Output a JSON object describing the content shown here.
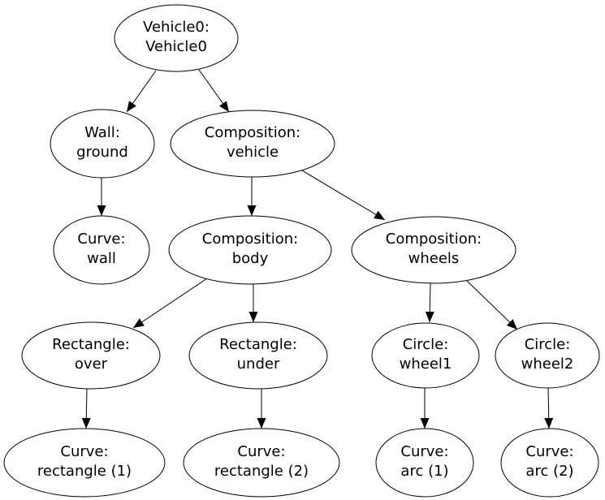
{
  "diagram": {
    "type": "graph-tree",
    "background_color": "#ffffff",
    "node_fill_color": "#ffffff",
    "node_stroke_color": "#000000",
    "edge_color": "#000000",
    "text_color": "#000000",
    "nodes": [
      {
        "id": "vehicle0",
        "line1": "Vehicle0:",
        "line2": "Vehicle0"
      },
      {
        "id": "wall-ground",
        "line1": "Wall:",
        "line2": "ground"
      },
      {
        "id": "composition-vehicle",
        "line1": "Composition:",
        "line2": "vehicle"
      },
      {
        "id": "curve-wall",
        "line1": "Curve:",
        "line2": "wall"
      },
      {
        "id": "composition-body",
        "line1": "Composition:",
        "line2": "body"
      },
      {
        "id": "composition-wheels",
        "line1": "Composition:",
        "line2": "wheels"
      },
      {
        "id": "rectangle-over",
        "line1": "Rectangle:",
        "line2": "over"
      },
      {
        "id": "rectangle-under",
        "line1": "Rectangle:",
        "line2": "under"
      },
      {
        "id": "circle-wheel1",
        "line1": "Circle:",
        "line2": "wheel1"
      },
      {
        "id": "circle-wheel2",
        "line1": "Circle:",
        "line2": "wheel2"
      },
      {
        "id": "curve-rectangle-1",
        "line1": "Curve:",
        "line2": "rectangle (1)"
      },
      {
        "id": "curve-rectangle-2",
        "line1": "Curve:",
        "line2": "rectangle (2)"
      },
      {
        "id": "curve-arc-1",
        "line1": "Curve:",
        "line2": "arc (1)"
      },
      {
        "id": "curve-arc-2",
        "line1": "Curve:",
        "line2": "arc (2)"
      }
    ],
    "edges": [
      {
        "from": "vehicle0",
        "to": "wall-ground"
      },
      {
        "from": "vehicle0",
        "to": "composition-vehicle"
      },
      {
        "from": "wall-ground",
        "to": "curve-wall"
      },
      {
        "from": "composition-vehicle",
        "to": "composition-body"
      },
      {
        "from": "composition-vehicle",
        "to": "composition-wheels"
      },
      {
        "from": "composition-body",
        "to": "rectangle-over"
      },
      {
        "from": "composition-body",
        "to": "rectangle-under"
      },
      {
        "from": "composition-wheels",
        "to": "circle-wheel1"
      },
      {
        "from": "composition-wheels",
        "to": "circle-wheel2"
      },
      {
        "from": "rectangle-over",
        "to": "curve-rectangle-1"
      },
      {
        "from": "rectangle-under",
        "to": "curve-rectangle-2"
      },
      {
        "from": "circle-wheel1",
        "to": "curve-arc-1"
      },
      {
        "from": "circle-wheel2",
        "to": "curve-arc-2"
      }
    ]
  }
}
